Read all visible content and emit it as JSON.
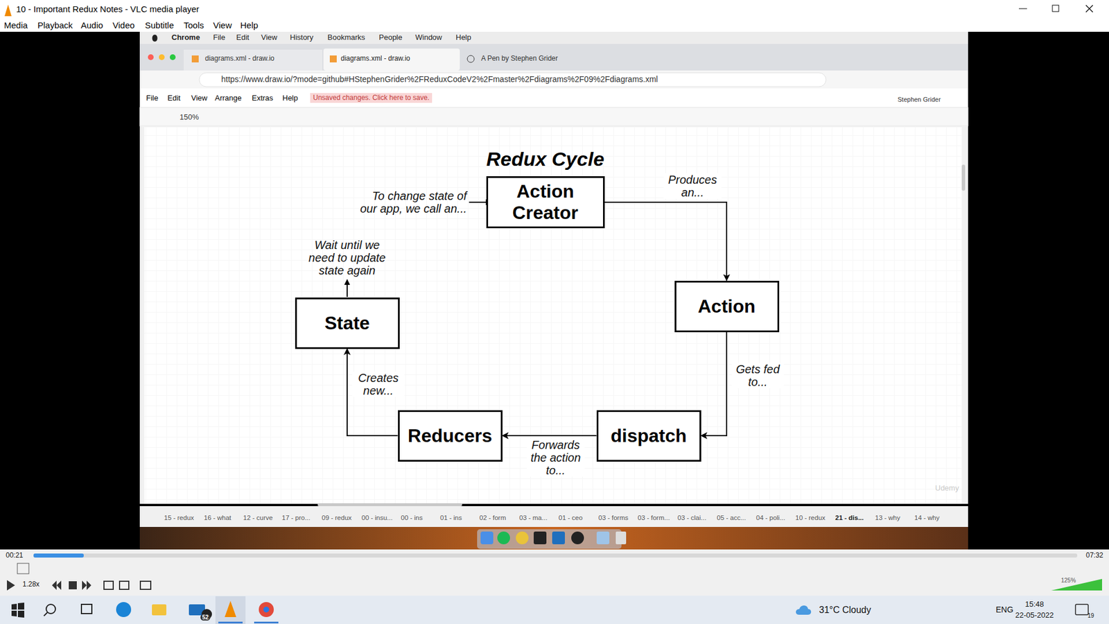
{
  "diagram": {
    "title": "Redux Cycle",
    "nodes": [
      {
        "text": [
          "Action Creator"
        ]
      },
      {
        "text": [
          "Action"
        ]
      },
      {
        "text": [
          "dispatch"
        ]
      },
      {
        "text": [
          "Reducers"
        ]
      },
      {
        "text": [
          "State"
        ]
      }
    ],
    "edges": [
      {
        "from": 0,
        "to": 1,
        "arrow": "to",
        "label": "Produces an..."
      },
      {
        "from": 1,
        "to": 2,
        "arrow": "to",
        "label": "Gets fed to..."
      },
      {
        "from": 2,
        "to": 3,
        "arrow": "to",
        "label": "Forwards the action to..."
      },
      {
        "from": 3,
        "to": 4,
        "arrow": "to",
        "label": "Creates new..."
      }
    ],
    "labels": [
      "10 - Important Redux Notes - VLC media player",
      "Media",
      "Playback",
      "Audio",
      "Video",
      "Subtitle",
      "Tools",
      "View",
      "Help",
      "Chrome",
      "File",
      "Edit",
      "View",
      "History",
      "Bookmarks",
      "People",
      "Window",
      "Help",
      "diagrams.xml - draw.io",
      "diagrams.xml - draw.io",
      "A Pen by Stephen Grider",
      "https://www.draw.io/?mode=github#HStephenGrider%2FReduxCodeV2%2Fmaster%2Fdiagrams%2F09%2Fdiagrams.xml",
      "File",
      "Edit",
      "View",
      "Arrange",
      "Extras",
      "Help",
      "Unsaved changes. Click here to save.",
      "Stephen Grider",
      "150%",
      "15 - redux",
      "16 - what",
      "12 - curve",
      "17 - pro...",
      "09 - redux",
      "00 - insu...",
      "00 - ins",
      "01 - ins",
      "02 - form",
      "03 - ma...",
      "01 - ceo",
      "03 - forms",
      "03 - form...",
      "03 - clai...",
      "05 - acc...",
      "04 - poli...",
      "10 - redux",
      "21 - dis...",
      "13 - why",
      "14 - why",
      "Udemy",
      "To change state of our app, we call an...",
      "Wait until we need to update state again",
      "00:21",
      "07:32",
      "1.28x",
      "125%",
      "52",
      "31°C Cloudy",
      "ENG",
      "15:48",
      "22-05-2022",
      "19"
    ]
  }
}
